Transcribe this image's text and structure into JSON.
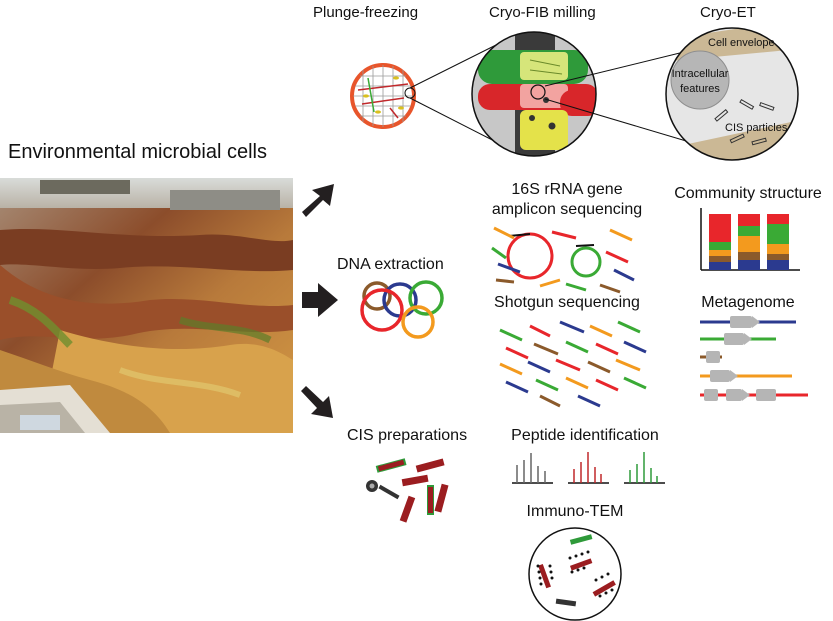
{
  "source": {
    "label": "Environmental microbial cells"
  },
  "cryo_workflow": {
    "plunge_freezing": "Plunge-freezing",
    "cryo_fib": "Cryo-FIB milling",
    "cryo_et": "Cryo-ET",
    "cell_envelope": "Cell envelope",
    "intracellular_line1": "Intracellular",
    "intracellular_line2": "features",
    "cis_particles": "CIS particles"
  },
  "dna": {
    "extraction": "DNA extraction",
    "amplicon_line1": "16S rRNA gene",
    "amplicon_line2": "amplicon sequencing",
    "shotgun": "Shotgun sequencing",
    "community": "Community structure",
    "metagenome": "Metagenome"
  },
  "cis": {
    "preparations": "CIS preparations",
    "peptide": "Peptide identification",
    "immuno_tem": "Immuno-TEM"
  },
  "colors": {
    "red": "#e8262b",
    "green": "#3aaa35",
    "blue": "#2b3a8f",
    "orange": "#f39a1e",
    "brown": "#8b5a2b",
    "dark_red": "#9b1d20",
    "arrow": "#231f20"
  }
}
